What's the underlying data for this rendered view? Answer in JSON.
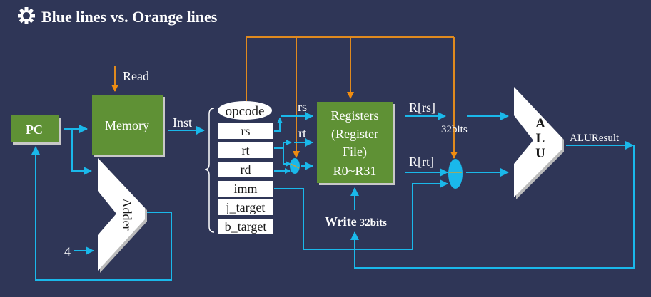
{
  "title": "Blue lines vs. Orange lines",
  "title_icon": "gear-icon",
  "colors": {
    "background": "#2f3657",
    "blue_lines": "#1ab8ea",
    "orange_lines": "#e08a1e",
    "block_green": "#5f9135"
  },
  "blocks": {
    "pc": "PC",
    "memory": "Memory",
    "adder": "Adder",
    "registers": [
      "Registers",
      "(Register",
      "File)",
      "R0~R31"
    ],
    "alu": [
      "A",
      "L",
      "U"
    ]
  },
  "labels": {
    "read": "Read",
    "inst": "Inst",
    "four": "4",
    "rs": "rs",
    "rt": "rt",
    "r_rs": "R[rs]",
    "r_rt": "R[rt]",
    "bits": "32bits",
    "write": "Write",
    "write_bits": "32bits",
    "alu_result": "ALUResult"
  },
  "instruction_fields": [
    "opcode",
    "rs",
    "rt",
    "rd",
    "imm",
    "j_target",
    "b_target"
  ]
}
